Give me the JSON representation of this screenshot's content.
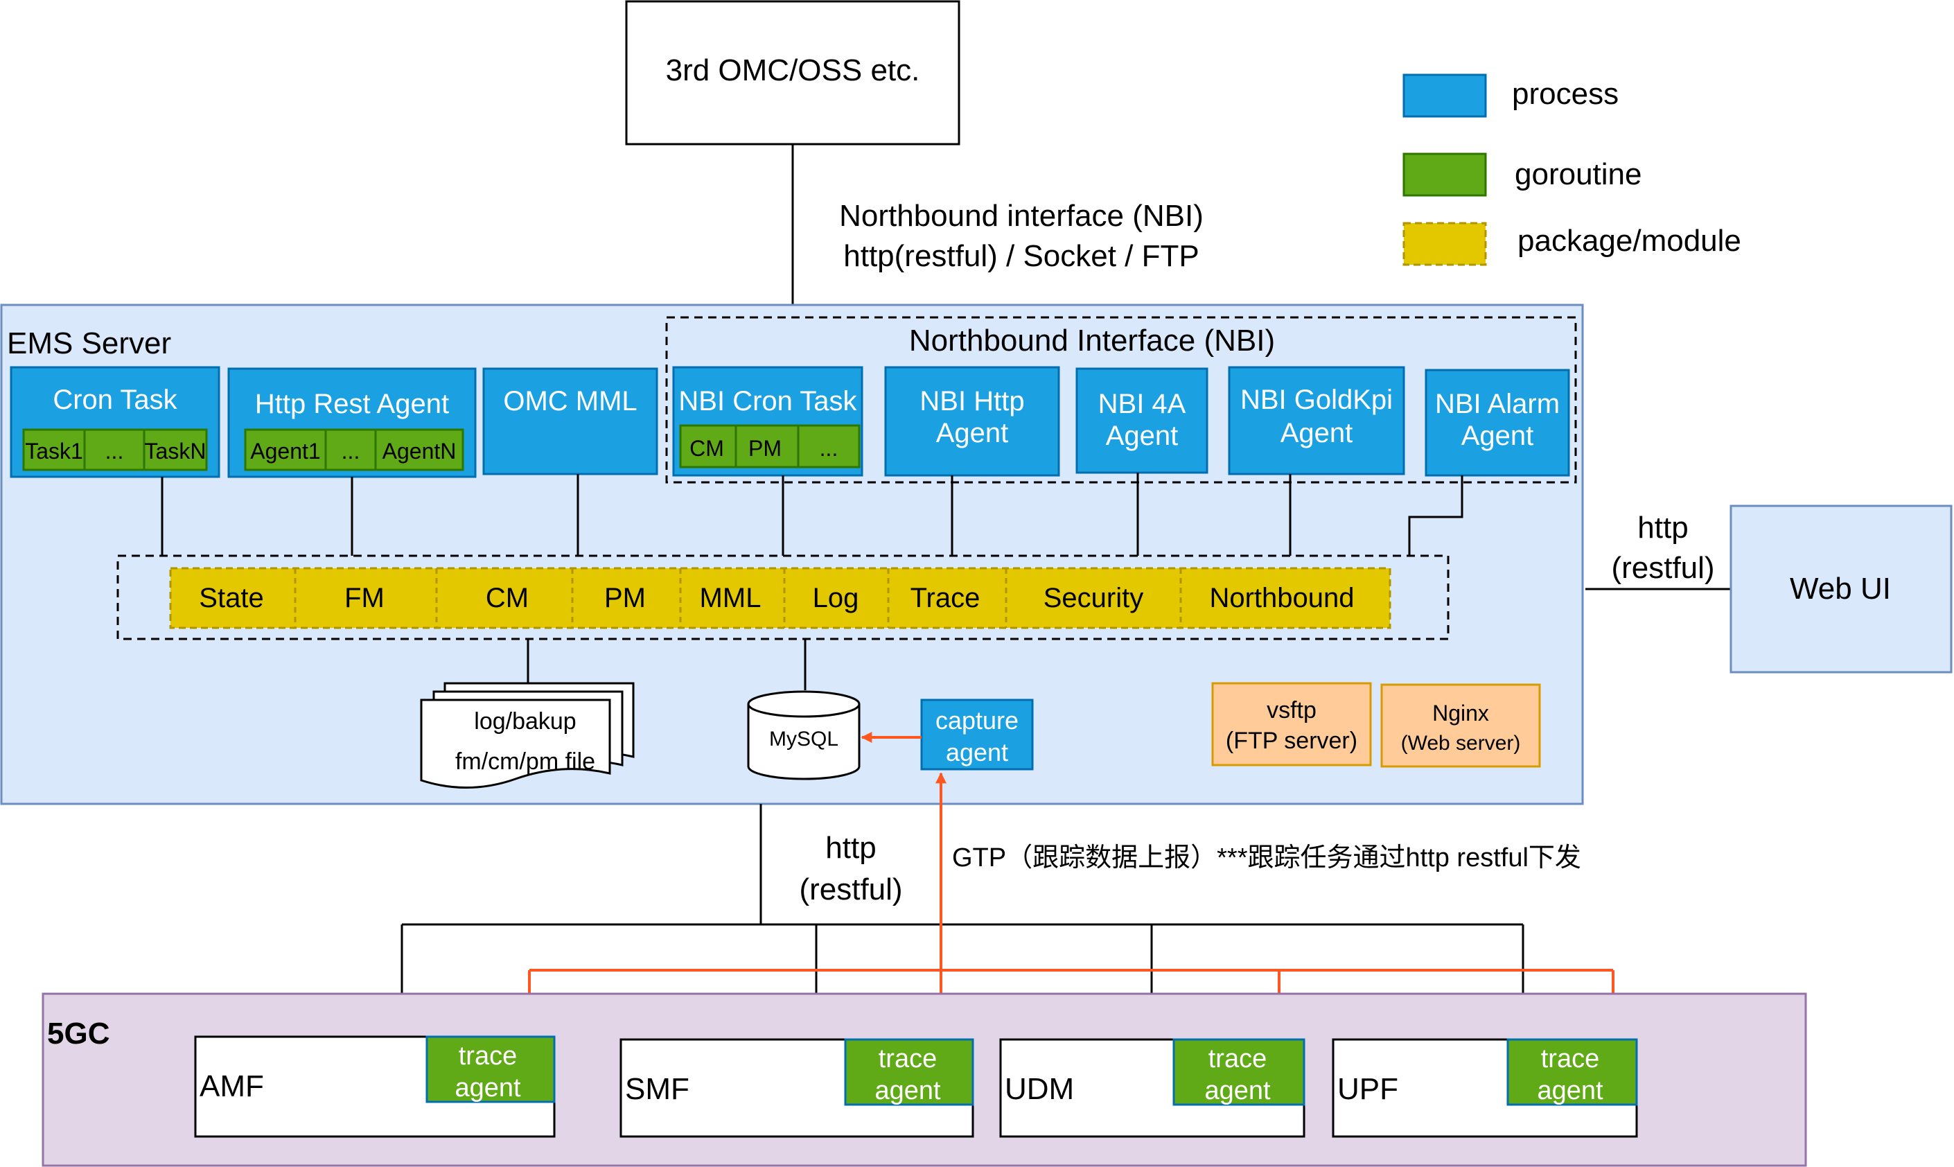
{
  "external": {
    "omc_box": "3rd OMC/OSS etc.",
    "nbi_label_line1": "Northbound interface (NBI)",
    "nbi_label_line2": "http(restful) / Socket / FTP",
    "webui_box": "Web UI",
    "webui_link_line1": "http",
    "webui_link_line2": "(restful)"
  },
  "legend": {
    "process": "process",
    "goroutine": "goroutine",
    "package": "package/module"
  },
  "ems": {
    "title": "EMS Server",
    "nbi_group_title": "Northbound Interface (NBI)",
    "cron_task": {
      "title": "Cron Task",
      "subs": [
        "Task1",
        "...",
        "TaskN"
      ]
    },
    "http_rest_agent": {
      "title": "Http Rest Agent",
      "subs": [
        "Agent1",
        "...",
        "AgentN"
      ]
    },
    "omc_mml": "OMC MML",
    "nbi_cron_task": {
      "title": "NBI Cron Task",
      "subs": [
        "CM",
        "PM",
        "..."
      ]
    },
    "nbi_http_agent": [
      "NBI Http",
      "Agent"
    ],
    "nbi_4a_agent": [
      "NBI 4A",
      "Agent"
    ],
    "nbi_goldkpi_agent": [
      "NBI GoldKpi",
      "Agent"
    ],
    "nbi_alarm_agent": [
      "NBI Alarm",
      "Agent"
    ],
    "packages": [
      "State",
      "FM",
      "CM",
      "PM",
      "MML",
      "Log",
      "Trace",
      "Security",
      "Northbound"
    ],
    "files": [
      "log/bakup",
      "fm/cm/pm file"
    ],
    "mysql": "MySQL",
    "capture_agent": [
      "capture",
      "agent"
    ],
    "vsftp": [
      "vsftp",
      "(FTP server)"
    ],
    "nginx": [
      "Nginx",
      "(Web server)"
    ]
  },
  "links": {
    "http_line1": "http",
    "http_line2": "(restful)",
    "gtp_label": "GTP（跟踪数据上报）***跟踪任务通过http restful下发"
  },
  "fivegc": {
    "title": "5GC",
    "nfs": [
      "AMF",
      "SMF",
      "UDM",
      "UPF"
    ],
    "trace_agent": [
      "trace",
      "agent"
    ]
  },
  "colors": {
    "process": "#1ba1e2",
    "process_border": "#006eaf",
    "goroutine": "#60a917",
    "goroutine_border": "#2d7600",
    "package": "#e3c800",
    "package_border": "#b09500",
    "ems_bg": "#dae8fc",
    "ems_border": "#6c8ebf",
    "fivegc_bg": "#e1d5e7",
    "fivegc_border": "#9673a6",
    "server_bg": "#ffcc99",
    "server_border": "#d79b00",
    "gtp_line": "#ff5722"
  }
}
